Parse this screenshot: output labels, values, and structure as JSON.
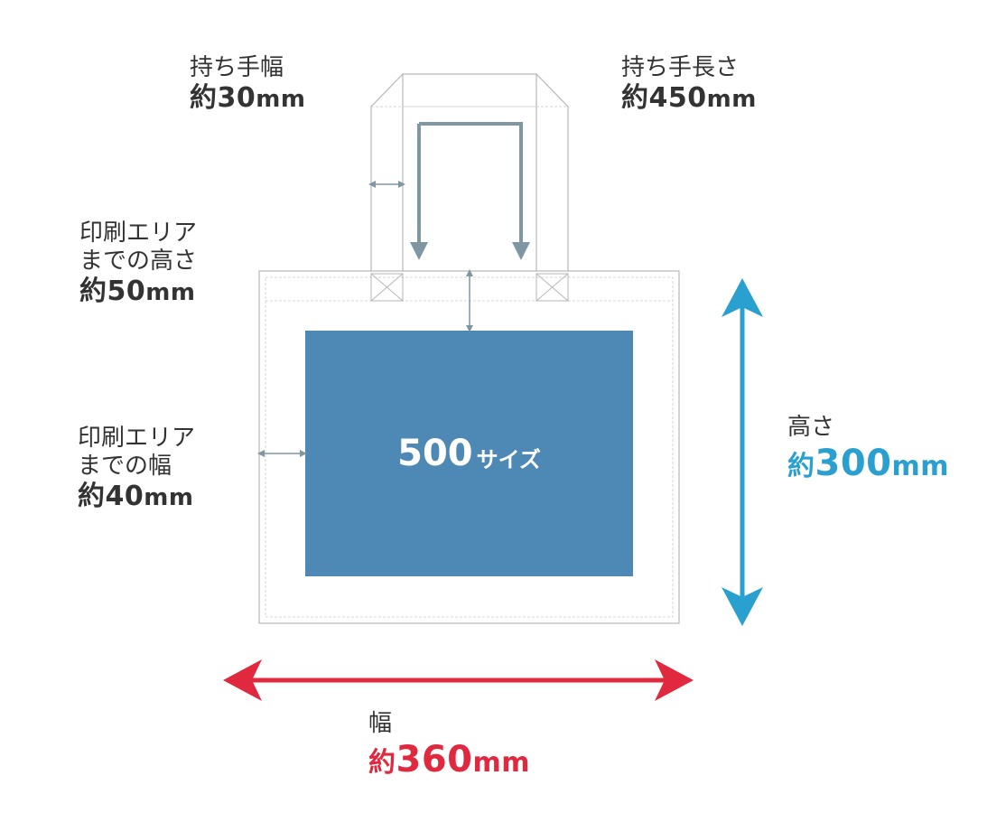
{
  "colors": {
    "outline": "#b7b7b7",
    "dimension_gray": "#7f97a3",
    "print_area": "#4e89b5",
    "height_accent": "#2aa0d0",
    "width_accent": "#e0283f",
    "text": "#333333"
  },
  "labels": {
    "handle_width": {
      "title": "持ち手幅",
      "prefix": "約",
      "number": "30",
      "unit": "mm"
    },
    "handle_length": {
      "title": "持ち手長さ",
      "prefix": "約",
      "number": "450",
      "unit": "mm"
    },
    "print_top": {
      "title_line1": "印刷エリア",
      "title_line2": "までの高さ",
      "prefix": "約",
      "number": "50",
      "unit": "mm"
    },
    "print_side": {
      "title_line1": "印刷エリア",
      "title_line2": "までの幅",
      "prefix": "約",
      "number": "40",
      "unit": "mm"
    },
    "height": {
      "title": "高さ",
      "prefix": "約",
      "number": "300",
      "unit": "mm"
    },
    "width": {
      "title": "幅",
      "prefix": "約",
      "number": "360",
      "unit": "mm"
    }
  },
  "print_area": {
    "size_number": "500",
    "size_suffix": "サイズ"
  }
}
